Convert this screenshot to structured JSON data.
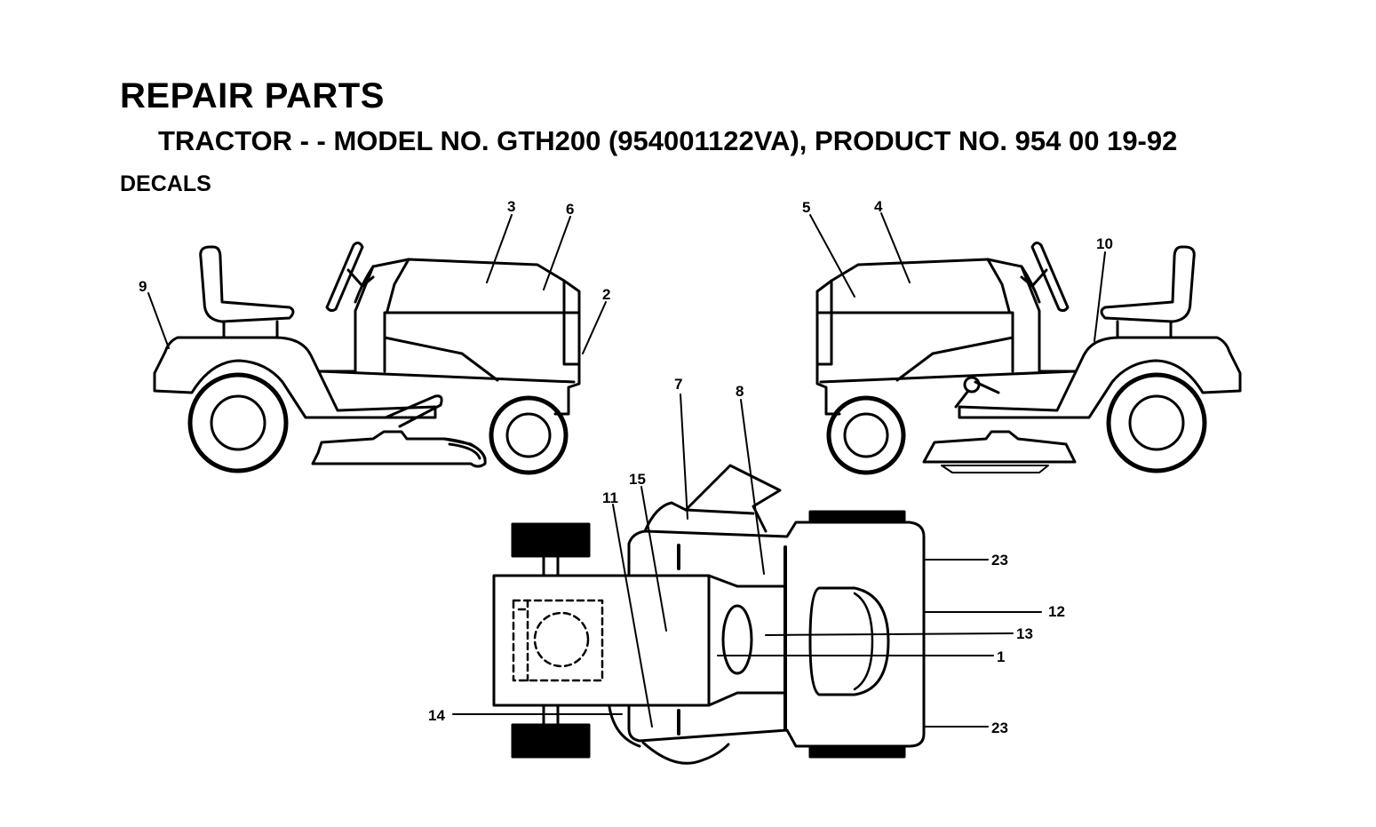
{
  "header": {
    "title": "REPAIR PARTS",
    "subtitle": "TRACTOR - - MODEL NO. GTH200 (954001122VA), PRODUCT NO. 954 00 19-92",
    "section": "DECALS"
  },
  "callouts": {
    "c1": "1",
    "c2": "2",
    "c3": "3",
    "c4": "4",
    "c5": "5",
    "c6": "6",
    "c7": "7",
    "c8": "8",
    "c9": "9",
    "c10": "10",
    "c11": "11",
    "c12": "12",
    "c13": "13",
    "c14": "14",
    "c15": "15",
    "c23a": "23",
    "c23b": "23"
  }
}
